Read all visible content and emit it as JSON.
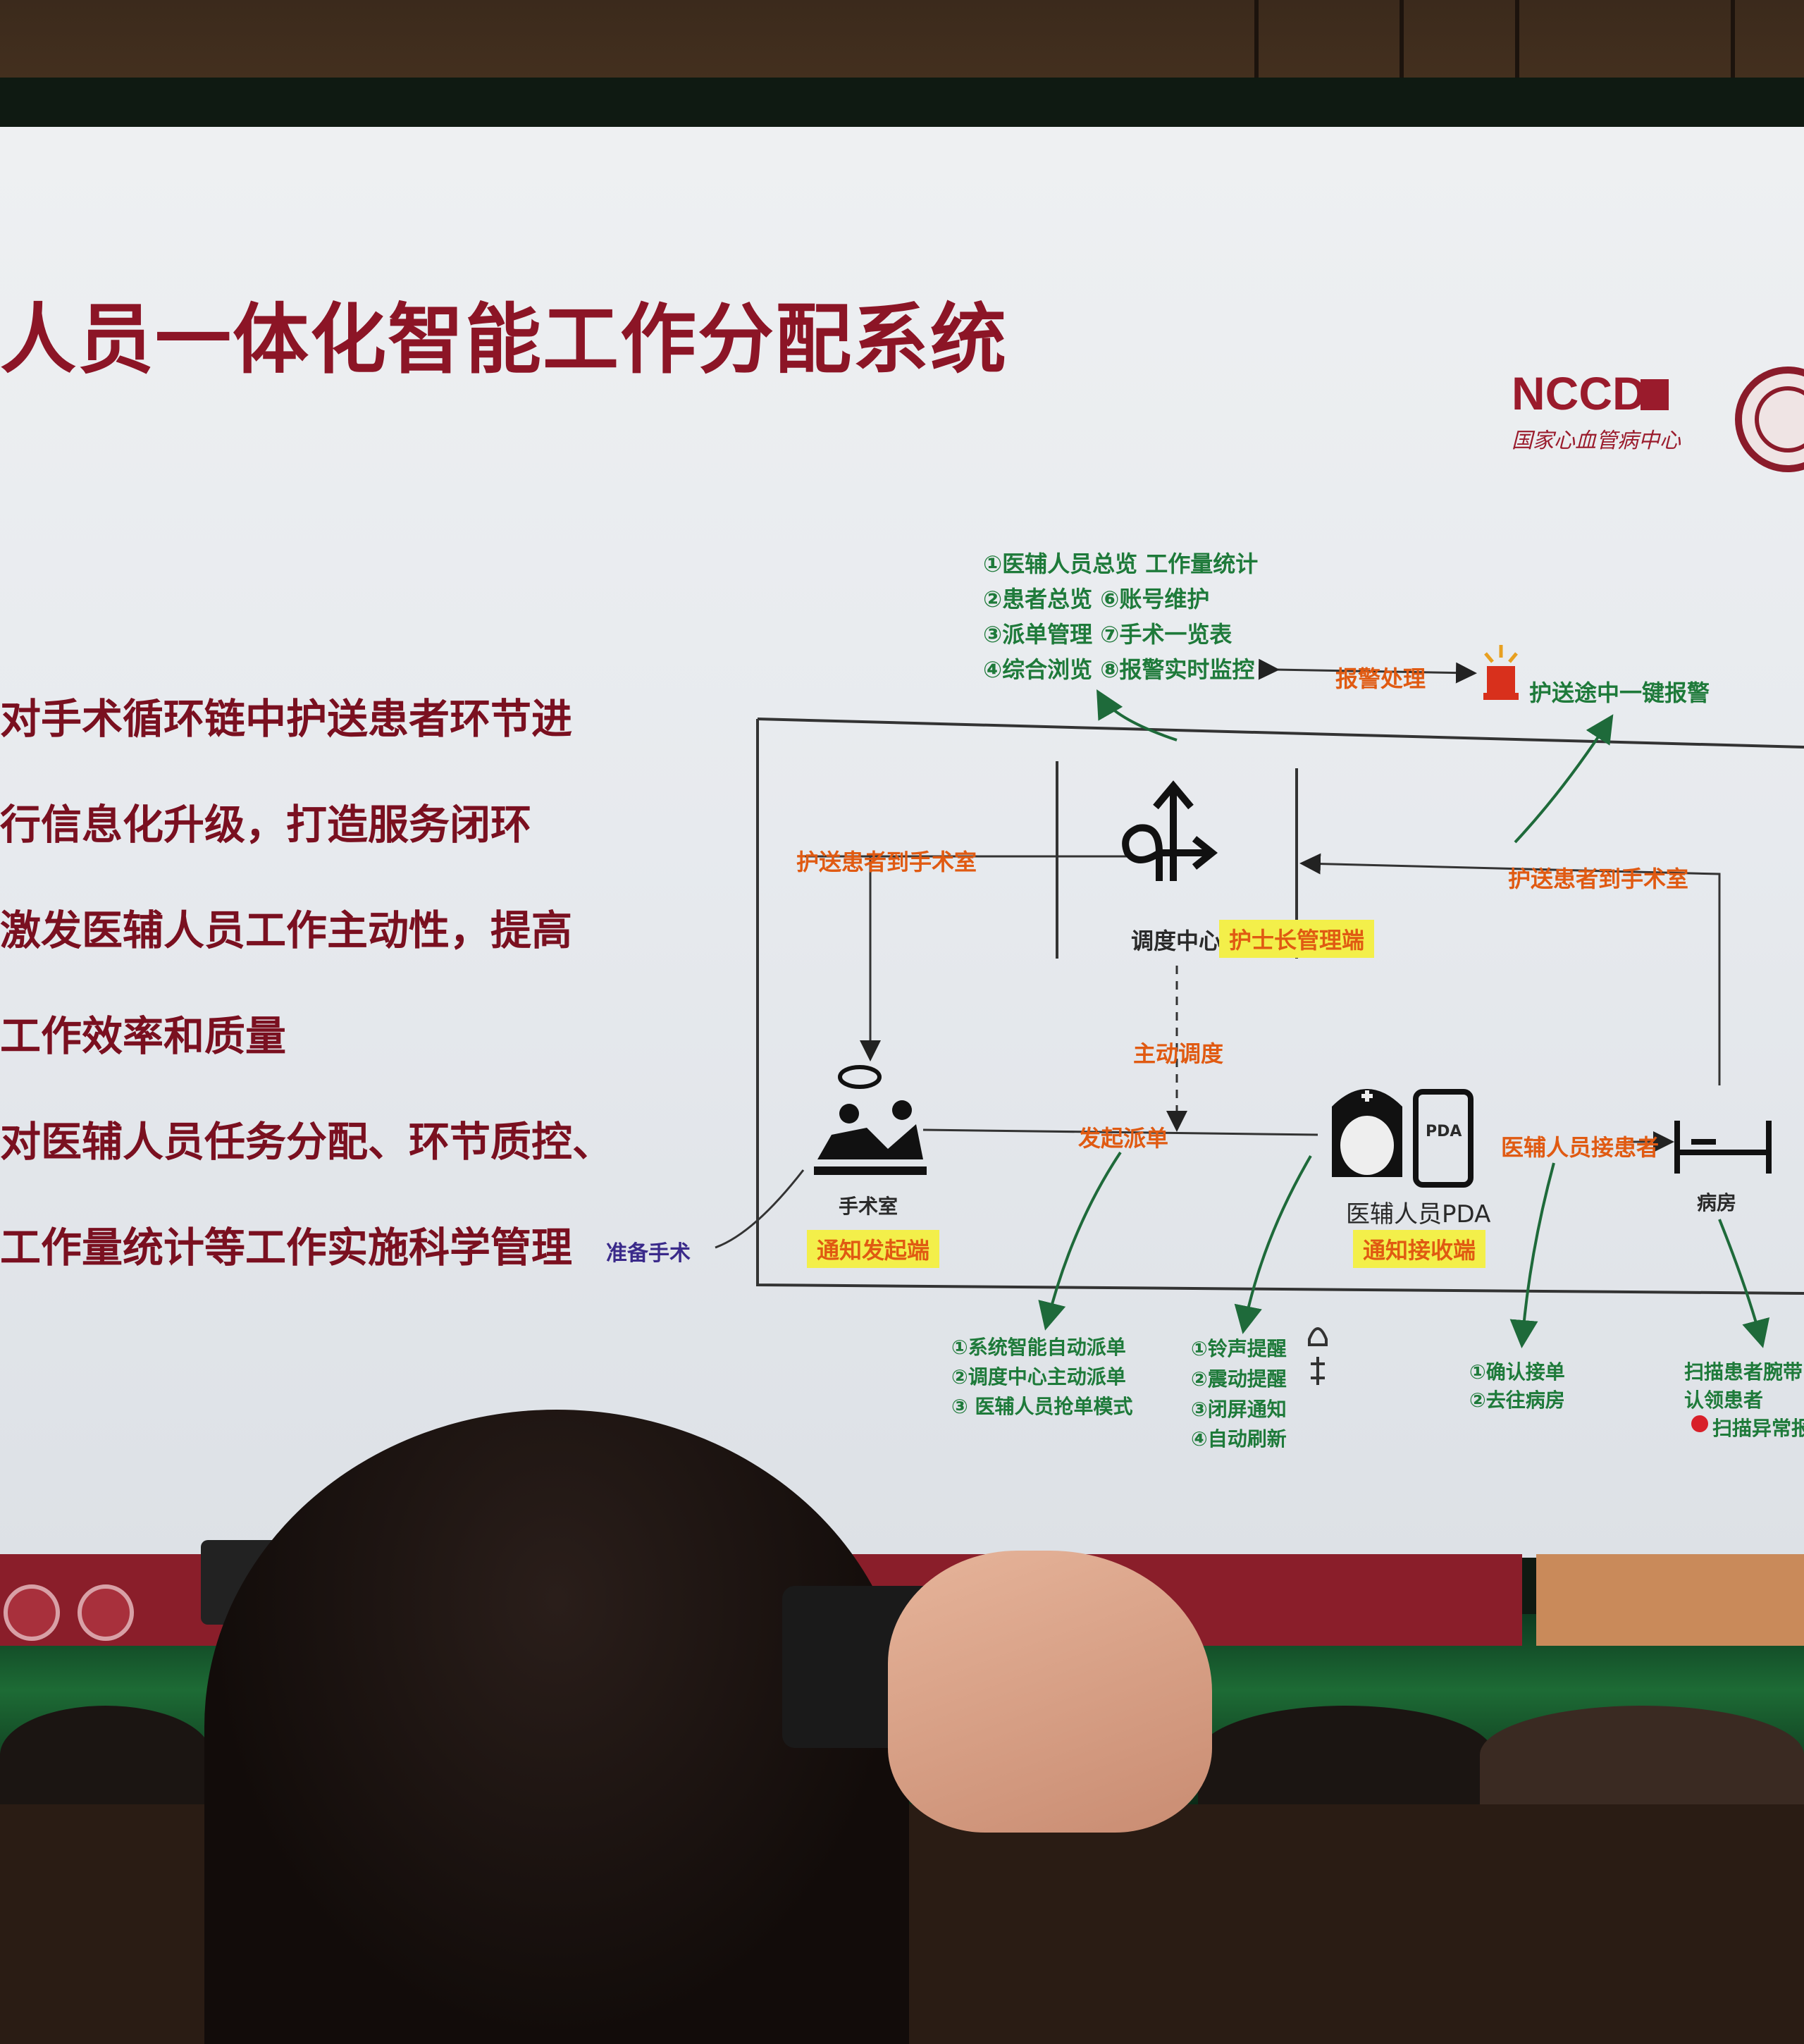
{
  "slide": {
    "title": "人员一体化智能工作分配系统",
    "bullets": [
      "对手术循环链中护送患者环节进",
      "行信息化升级，打造服务闭环",
      "激发医辅人员工作主动性，提高",
      "工作效率和质量",
      "对医辅人员任务分配、环节质控、",
      "工作量统计等工作实施科学管理"
    ],
    "logo": {
      "text": "NCCD",
      "subtitle": "国家心血管病中心"
    }
  },
  "diagram": {
    "top_list": [
      "①医辅人员总览  工作量统计",
      "②患者总览      ⑥账号维护",
      "③派单管理      ⑦手术一览表",
      "④综合浏览      ⑧报警实时监控"
    ],
    "alarm_handle": "报警处理",
    "one_key_alarm": "护送途中一键报警",
    "escort_left": "护送患者到手术室",
    "escort_right": "护送患者到手术室",
    "dispatch_center": "调度中心",
    "head_nurse": "护士长管理端",
    "active_dispatch": "主动调度",
    "initiate_order": "发起派单",
    "staff_receive": "医辅人员接患者",
    "operating_room": "手术室",
    "notify_initiator": "通知发起端",
    "pda_label": "PDA",
    "staff_pda": "医辅人员PDA",
    "notify_receiver": "通知接收端",
    "ward": "病房",
    "prepare_surgery": "准备手术",
    "dispatch_modes": [
      "①系统智能自动派单",
      "②调度中心主动派单",
      "③ 医辅人员抢单模式"
    ],
    "reminders": [
      "①铃声提醒",
      "②震动提醒",
      "③闭屏通知",
      "④自动刷新"
    ],
    "confirm_steps": [
      "①确认接单",
      "②去往病房"
    ],
    "scan_steps": [
      "扫描患者腕带",
      "认领患者",
      "扫描异常报"
    ]
  }
}
